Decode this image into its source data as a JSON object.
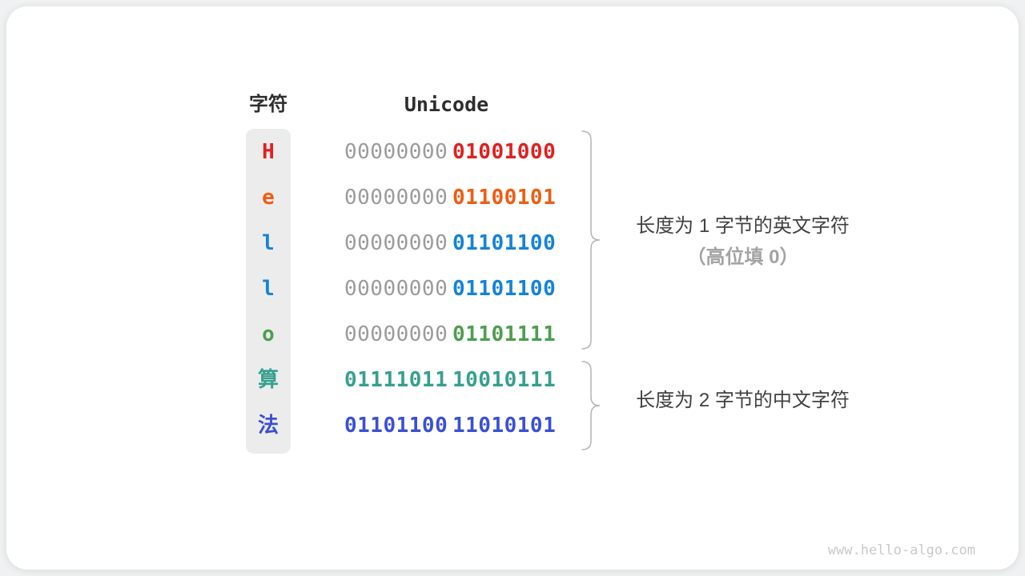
{
  "table": {
    "col1_header": "字符",
    "col2_header": "Unicode",
    "rows": [
      {
        "char": "H",
        "color": "#e02020",
        "bytes": [
          "00000000",
          "01001000"
        ],
        "high_byte_padding": true
      },
      {
        "char": "e",
        "color": "#ee5d13",
        "bytes": [
          "00000000",
          "01100101"
        ],
        "high_byte_padding": true
      },
      {
        "char": "l",
        "color": "#1383d8",
        "bytes": [
          "00000000",
          "01101100"
        ],
        "high_byte_padding": true
      },
      {
        "char": "l",
        "color": "#1383d8",
        "bytes": [
          "00000000",
          "01101100"
        ],
        "high_byte_padding": true
      },
      {
        "char": "o",
        "color": "#4d9e4f",
        "bytes": [
          "00000000",
          "01101111"
        ],
        "high_byte_padding": true
      },
      {
        "char": "算",
        "color": "#36a08f",
        "bytes": [
          "01111011",
          "10010111"
        ],
        "high_byte_padding": false
      },
      {
        "char": "法",
        "color": "#3b50d4",
        "bytes": [
          "01101100",
          "11010101"
        ],
        "high_byte_padding": false
      }
    ]
  },
  "annotations": {
    "english": {
      "line1": "长度为 1 字节的英文字符",
      "line2": "（高位填 0）"
    },
    "chinese": {
      "line1": "长度为 2 字节的中文字符"
    }
  },
  "colors": {
    "padding_byte": "#9b9b9b",
    "char_column_bg": "#ececec",
    "brace": "#b4b4b4",
    "annotation_primary": "#414141",
    "annotation_secondary": "#a3a3a3"
  },
  "watermark": "www.hello-algo.com"
}
